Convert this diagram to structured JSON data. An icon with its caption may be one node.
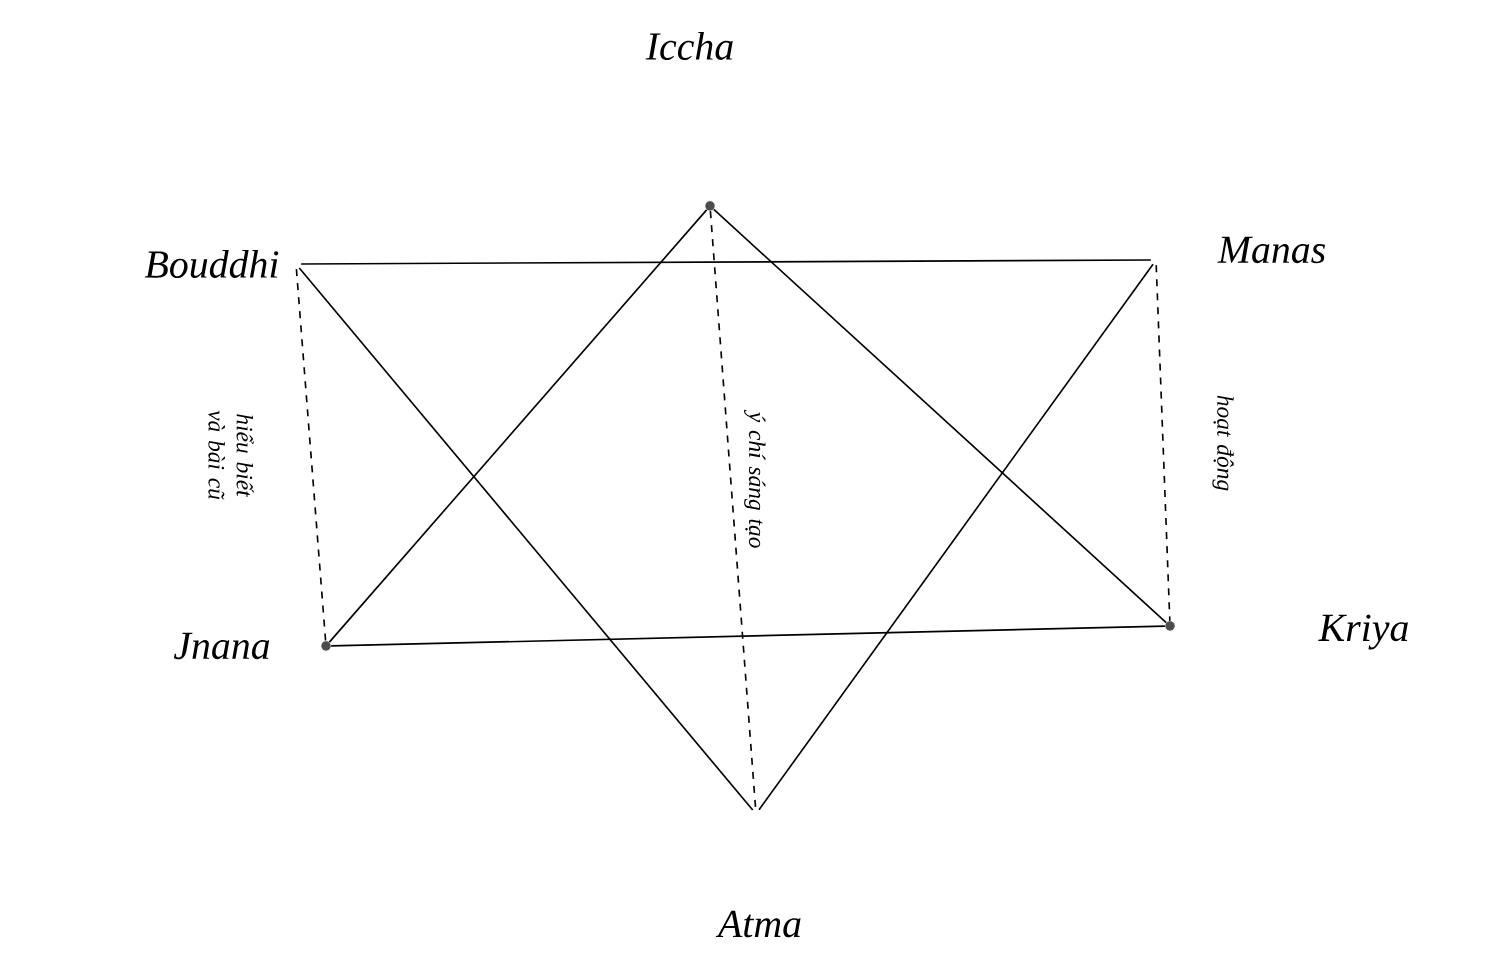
{
  "diagram": {
    "nodes": [
      {
        "text": [
          "Iccha"
        ]
      },
      {
        "text": [
          "Bouddhi"
        ]
      },
      {
        "text": [
          "Manas"
        ]
      },
      {
        "text": [
          "Jnana"
        ]
      },
      {
        "text": [
          "Kriya"
        ]
      },
      {
        "text": [
          "Atma"
        ]
      }
    ],
    "edges": [
      {
        "from": 0,
        "to": 3,
        "arrow": "none"
      },
      {
        "from": 0,
        "to": 4,
        "arrow": "none"
      },
      {
        "from": 3,
        "to": 4,
        "arrow": "none"
      },
      {
        "from": 1,
        "to": 2,
        "arrow": "none"
      },
      {
        "from": 1,
        "to": 5,
        "arrow": "none"
      },
      {
        "from": 2,
        "to": 5,
        "arrow": "none"
      },
      {
        "from": 1,
        "to": 3,
        "arrow": "none",
        "style": "dashed",
        "label": "hiểu biết và bài cũ"
      },
      {
        "from": 0,
        "to": 5,
        "arrow": "none",
        "style": "dashed",
        "label": "ý chí sáng tạo"
      },
      {
        "from": 2,
        "to": 4,
        "arrow": "none",
        "style": "dashed",
        "label": "hoạt động"
      }
    ]
  }
}
